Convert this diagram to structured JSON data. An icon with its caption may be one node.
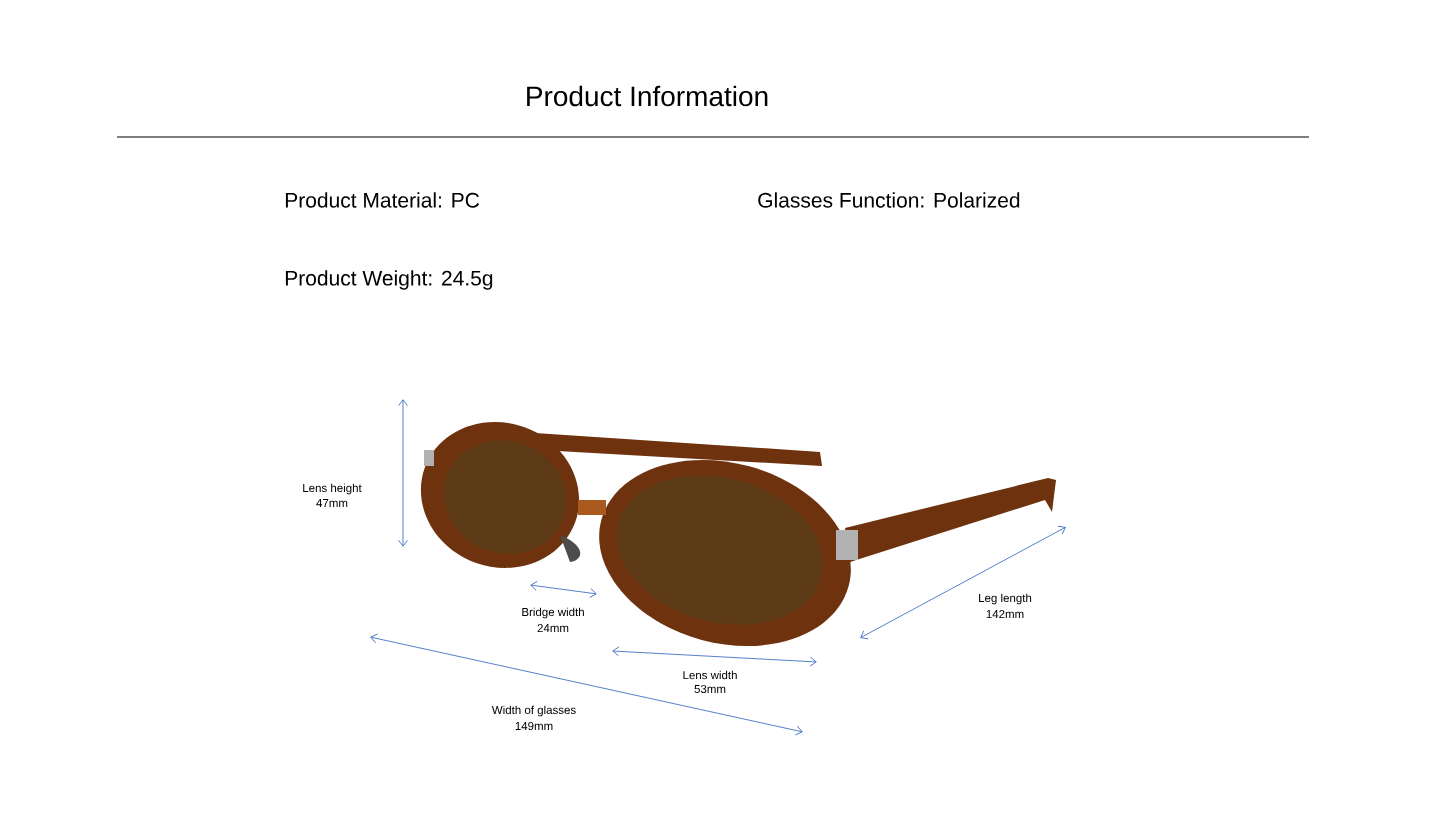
{
  "diagram": {
    "title": "Product Information",
    "labels": [
      "Product Material: PC",
      "Glasses Function: Polarized",
      "Product Weight: 24.5g",
      "Lens height",
      "47mm",
      "Bridge width",
      "24mm",
      "Leg length",
      "142mm",
      "Lens width",
      "53mm",
      "Width of glasses",
      "149mm"
    ]
  }
}
